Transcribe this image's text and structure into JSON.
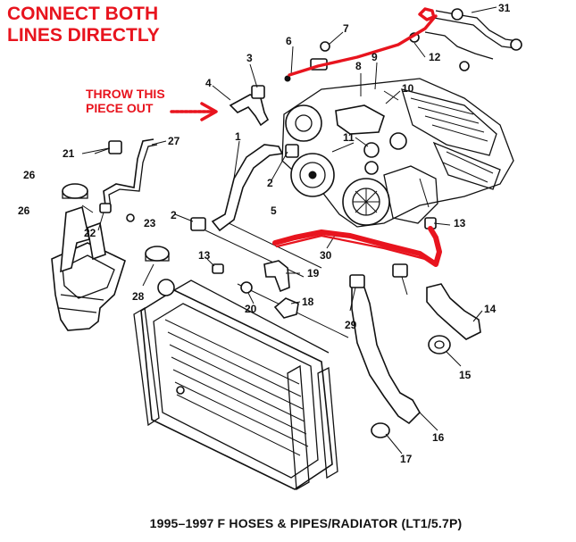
{
  "annotations": {
    "main_note": [
      "CONNECT BOTH",
      "LINES DIRECTLY"
    ],
    "throw_note": [
      "THROW THIS",
      "PIECE OUT"
    ]
  },
  "callouts": [
    "1",
    "2",
    "2",
    "3",
    "4",
    "5",
    "6",
    "7",
    "8",
    "9",
    "10",
    "11",
    "12",
    "13",
    "13",
    "14",
    "15",
    "16",
    "17",
    "18",
    "19",
    "20",
    "21",
    "22",
    "23",
    "26",
    "26",
    "27",
    "28",
    "29",
    "30",
    "31"
  ],
  "caption": "1995–1997 F HOSES & PIPES/RADIATOR (LT1/5.7P)",
  "colors": {
    "annotation_red": "#e8141e",
    "line_art": "#111111",
    "background": "#ffffff"
  }
}
